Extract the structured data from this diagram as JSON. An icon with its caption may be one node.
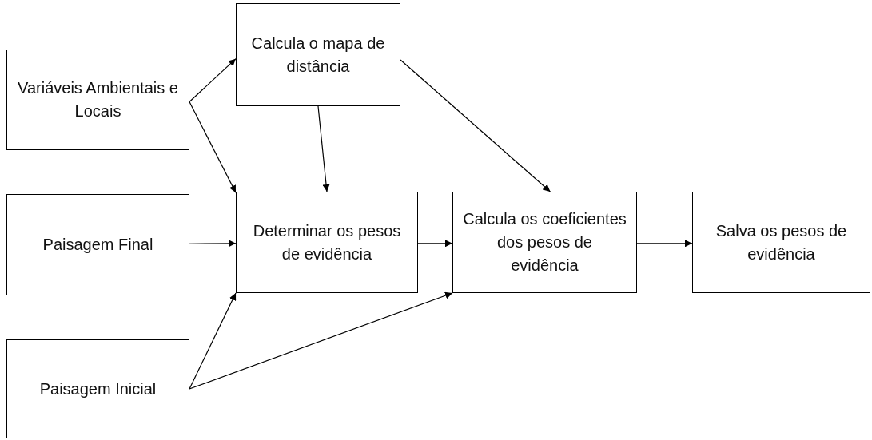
{
  "diagram": {
    "nodes": [
      {
        "text": [
          "Variáveis Ambientais e Locais"
        ]
      },
      {
        "text": [
          "Calcula o mapa de distância"
        ]
      },
      {
        "text": [
          "Paisagem Final"
        ]
      },
      {
        "text": [
          "Determinar os pesos de evidência"
        ]
      },
      {
        "text": [
          "Calcula os coeficientes dos pesos de evidência"
        ]
      },
      {
        "text": [
          "Salva os pesos de evidência"
        ]
      },
      {
        "text": [
          "Paisagem Inicial"
        ]
      }
    ],
    "edges": [
      {
        "from": 0,
        "to": 1,
        "arrow": "to"
      },
      {
        "from": 0,
        "to": 3,
        "arrow": "to"
      },
      {
        "from": 1,
        "to": 3,
        "arrow": "to"
      },
      {
        "from": 1,
        "to": 4,
        "arrow": "to"
      },
      {
        "from": 2,
        "to": 3,
        "arrow": "to"
      },
      {
        "from": 3,
        "to": 4,
        "arrow": "to"
      },
      {
        "from": 4,
        "to": 5,
        "arrow": "to"
      },
      {
        "from": 6,
        "to": 3,
        "arrow": "to"
      },
      {
        "from": 6,
        "to": 4,
        "arrow": "to"
      }
    ]
  }
}
